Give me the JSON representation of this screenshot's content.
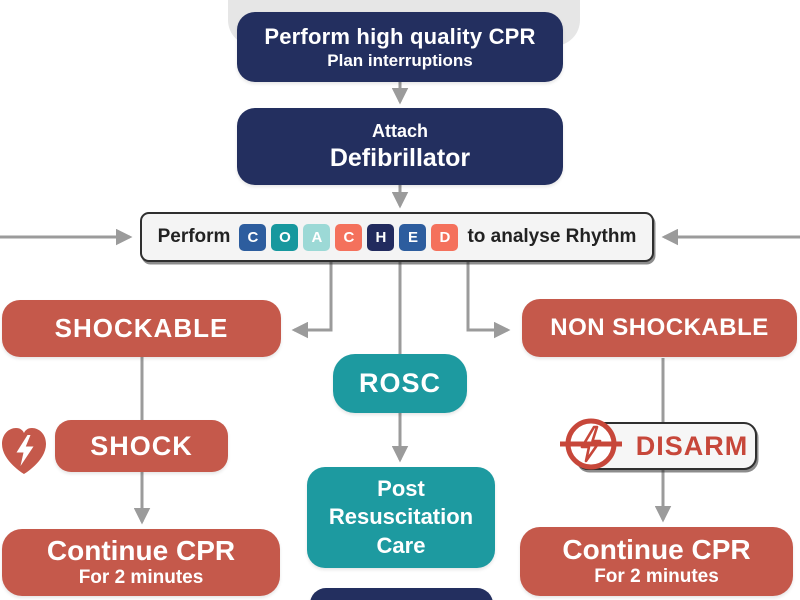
{
  "title": "CPR defibrillation algorithm flowchart",
  "colors": {
    "navy": "#232f5f",
    "red": "#c5594b",
    "teal": "#1d9aa0",
    "bar_bg": "#f4f4f4",
    "border_dark": "#2f2f2f",
    "arrow_gray": "#9b9b9b",
    "disarm_red": "#c7473a",
    "shadow_blob": "#e6e6e6"
  },
  "flow": {
    "top_box": {
      "line1": "Perform high quality CPR",
      "line2": "Plan interruptions"
    },
    "defib_box": {
      "line1": "Attach",
      "line2": "Defibrillator"
    },
    "coached": {
      "prefix": "Perform",
      "suffix": "to analyse Rhythm",
      "tiles": [
        {
          "letter": "C",
          "color": "#2d5d9e"
        },
        {
          "letter": "O",
          "color": "#17989e"
        },
        {
          "letter": "A",
          "color": "#9cd9d6"
        },
        {
          "letter": "C",
          "color": "#f4715c"
        },
        {
          "letter": "H",
          "color": "#222b5e"
        },
        {
          "letter": "E",
          "color": "#2d5d9e"
        },
        {
          "letter": "D",
          "color": "#f4715c"
        }
      ]
    },
    "shockable": {
      "label": "SHOCKABLE"
    },
    "shock": {
      "label": "SHOCK"
    },
    "continue_cpr_left": {
      "line1": "Continue CPR",
      "line2": "For 2 minutes"
    },
    "rosc": {
      "label": "ROSC"
    },
    "post_resuscitation": {
      "lines": [
        "Post",
        "Resuscitation",
        "Care"
      ]
    },
    "non_shockable": {
      "label": "NON SHOCKABLE"
    },
    "disarm": {
      "label": "DISARM"
    },
    "continue_cpr_right": {
      "line1": "Continue CPR",
      "line2": "For 2 minutes"
    }
  },
  "icons": {
    "shock_icon": "heart-lightning-icon",
    "disarm_icon": "no-shock-crossed-bolt-icon"
  }
}
